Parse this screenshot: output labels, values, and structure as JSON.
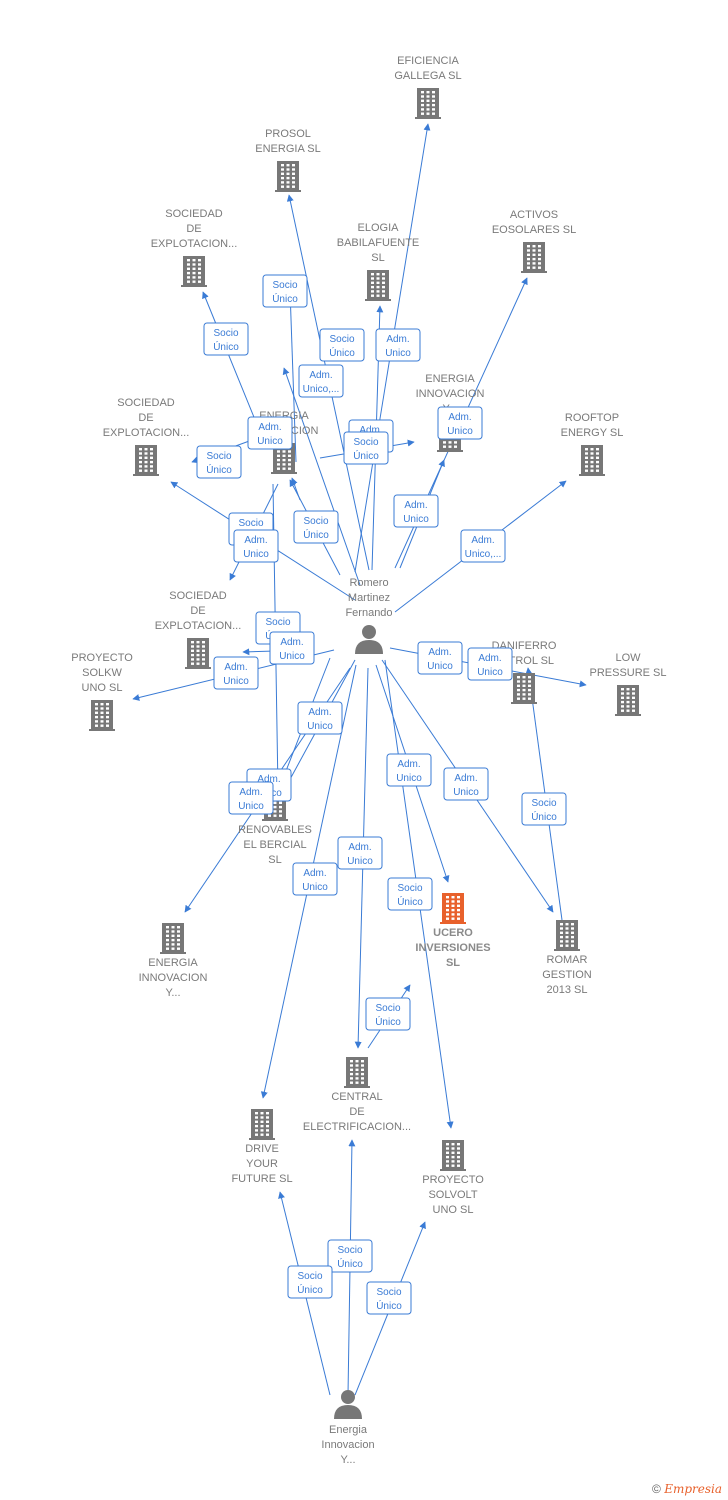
{
  "colors": {
    "edge": "#3a7bd5",
    "company": "#777777",
    "highlight": "#e8612c",
    "person": "#777777"
  },
  "footer": {
    "copyright": "©",
    "brand": "Empresia"
  },
  "nodes": [
    {
      "id": "eficiencia",
      "type": "company",
      "lines": [
        "EFICIENCIA",
        "GALLEGA SL"
      ]
    },
    {
      "id": "prosol",
      "type": "company",
      "lines": [
        "PROSOL",
        "ENERGIA  SL"
      ]
    },
    {
      "id": "socexp1",
      "type": "company",
      "lines": [
        "SOCIEDAD",
        "DE",
        "EXPLOTACION..."
      ]
    },
    {
      "id": "elogia",
      "type": "company",
      "lines": [
        "ELOGIA",
        "BABILAFUENTE",
        "SL"
      ]
    },
    {
      "id": "activos",
      "type": "company",
      "lines": [
        "ACTIVOS",
        "EOSOLARES SL"
      ]
    },
    {
      "id": "socexp2",
      "type": "company",
      "lines": [
        "SOCIEDAD",
        "DE",
        "EXPLOTACION..."
      ]
    },
    {
      "id": "enerinn1",
      "type": "company",
      "lines": [
        "ENERGIA",
        "INNOVACION"
      ]
    },
    {
      "id": "enerinn2",
      "type": "company",
      "lines": [
        "ENERGIA",
        "INNOVACION",
        "Y..."
      ]
    },
    {
      "id": "rooftop",
      "type": "company",
      "lines": [
        "ROOFTOP",
        "ENERGY  SL"
      ]
    },
    {
      "id": "socexp3",
      "type": "company",
      "lines": [
        "SOCIEDAD",
        "DE",
        "EXPLOTACION..."
      ]
    },
    {
      "id": "proysolkw",
      "type": "company",
      "lines": [
        "PROYECTO",
        "SOLKW",
        "UNO  SL"
      ]
    },
    {
      "id": "daniferro",
      "type": "company",
      "lines": [
        "DANIFERRO",
        "PETROL  SL"
      ]
    },
    {
      "id": "lowpressure",
      "type": "company",
      "lines": [
        "LOW",
        "PRESSURE  SL"
      ]
    },
    {
      "id": "renovables",
      "type": "company",
      "lines": [
        "RENOVABLES",
        "EL BERCIAL",
        "SL"
      ]
    },
    {
      "id": "enerinn3",
      "type": "company",
      "lines": [
        "ENERGIA",
        "INNOVACION",
        "Y..."
      ]
    },
    {
      "id": "ucero",
      "type": "highlight",
      "lines": [
        "UCERO",
        "INVERSIONES",
        "SL"
      ]
    },
    {
      "id": "romar",
      "type": "company",
      "lines": [
        "ROMAR",
        "GESTION",
        "2013  SL"
      ]
    },
    {
      "id": "central",
      "type": "company",
      "lines": [
        "CENTRAL",
        "DE",
        "ELECTRIFICACION..."
      ]
    },
    {
      "id": "drive",
      "type": "company",
      "lines": [
        "DRIVE",
        "YOUR",
        "FUTURE  SL"
      ]
    },
    {
      "id": "proysolvolt",
      "type": "company",
      "lines": [
        "PROYECTO",
        "SOLVOLT",
        "UNO  SL"
      ]
    },
    {
      "id": "romero",
      "type": "person",
      "lines": [
        "Romero",
        "Martinez",
        "Fernando"
      ]
    },
    {
      "id": "enerpers",
      "type": "person",
      "lines": [
        "Energia",
        "Innovacion",
        "Y..."
      ]
    }
  ],
  "edge_labels": [
    {
      "id": "e1",
      "lines": [
        "Socio",
        "Único"
      ]
    },
    {
      "id": "e2",
      "lines": [
        "Socio",
        "Único"
      ]
    },
    {
      "id": "e3",
      "lines": [
        "Socio",
        "Único"
      ]
    },
    {
      "id": "e4",
      "lines": [
        "Adm.",
        "Unico"
      ]
    },
    {
      "id": "e5",
      "lines": [
        "Adm.",
        "Unico,..."
      ]
    },
    {
      "id": "e6",
      "lines": [
        "Adm.",
        "Unico"
      ]
    },
    {
      "id": "e7",
      "lines": [
        "Adm.",
        "Unico"
      ]
    },
    {
      "id": "e8",
      "lines": [
        "Socio",
        "Único"
      ]
    },
    {
      "id": "e9",
      "lines": [
        "Socio",
        "Único"
      ]
    },
    {
      "id": "e10",
      "lines": [
        "Adm.",
        "Unico"
      ]
    },
    {
      "id": "e11",
      "lines": [
        "Socio",
        "Único"
      ]
    },
    {
      "id": "e12",
      "lines": [
        "Socio",
        "Solid."
      ]
    },
    {
      "id": "e13",
      "lines": [
        "Adm.",
        "Unico"
      ]
    },
    {
      "id": "e14",
      "lines": [
        "Adm.",
        "Unico,..."
      ]
    },
    {
      "id": "e15",
      "lines": [
        "Adm.",
        "Unico"
      ]
    },
    {
      "id": "e16",
      "lines": [
        "Socio",
        "Único"
      ]
    },
    {
      "id": "e17",
      "lines": [
        "Adm.",
        "Unico"
      ]
    },
    {
      "id": "e18",
      "lines": [
        "Adm.",
        "Unico"
      ]
    },
    {
      "id": "e19",
      "lines": [
        "Adm.",
        "Unico"
      ]
    },
    {
      "id": "e20",
      "lines": [
        "Adm.",
        "Unico"
      ]
    },
    {
      "id": "e21",
      "lines": [
        "Adm.",
        "Unico"
      ]
    },
    {
      "id": "e22",
      "lines": [
        "Adm.",
        "Unico"
      ]
    },
    {
      "id": "e23",
      "lines": [
        "Adm.",
        "Unico"
      ]
    },
    {
      "id": "e24",
      "lines": [
        "Adm.",
        "Unico"
      ]
    },
    {
      "id": "e25",
      "lines": [
        "Socio",
        "Único"
      ]
    },
    {
      "id": "e26",
      "lines": [
        "Adm.",
        "Unico"
      ]
    },
    {
      "id": "e27",
      "lines": [
        "Adm.",
        "Unico"
      ]
    },
    {
      "id": "e28",
      "lines": [
        "Socio",
        "Único"
      ]
    },
    {
      "id": "e29",
      "lines": [
        "Socio",
        "Único"
      ]
    },
    {
      "id": "e30",
      "lines": [
        "Socio",
        "Único"
      ]
    },
    {
      "id": "e31",
      "lines": [
        "Socio",
        "Único"
      ]
    },
    {
      "id": "e32",
      "lines": [
        "Socio",
        "Único"
      ]
    },
    {
      "id": "e33",
      "lines": [
        "Adm.",
        "Unico"
      ]
    }
  ]
}
